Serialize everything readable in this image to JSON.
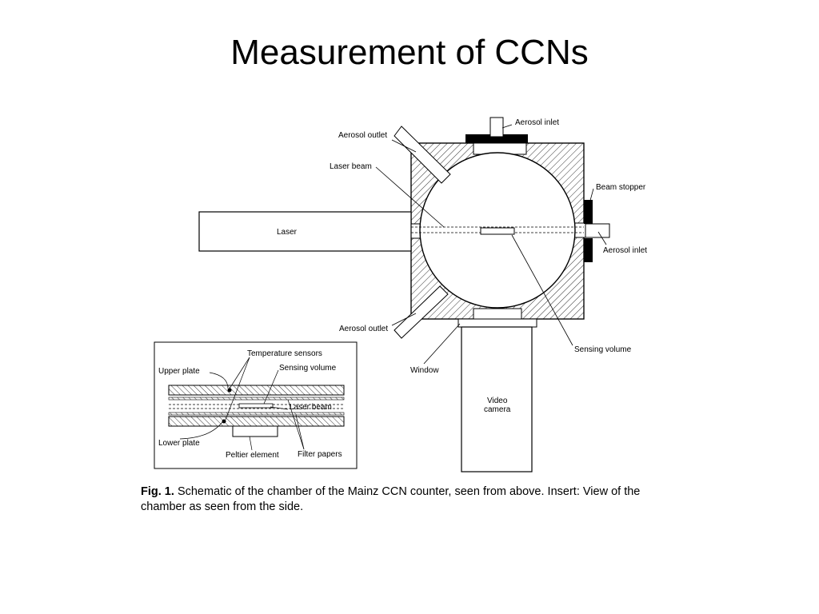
{
  "slide": {
    "title": "Measurement of CCNs"
  },
  "diagram": {
    "labels": {
      "aerosol_outlet_top": "Aerosol outlet",
      "aerosol_inlet_top": "Aerosol inlet",
      "laser_beam": "Laser beam",
      "beam_stopper": "Beam stopper",
      "laser": "Laser",
      "aerosol_inlet_right": "Aerosol inlet",
      "aerosol_outlet_bottom": "Aerosol outlet",
      "sensing_volume": "Sensing volume",
      "window": "Window",
      "video_camera_line1": "Video",
      "video_camera_line2": "camera"
    },
    "insert": {
      "temperature_sensors": "Temperature sensors",
      "upper_plate": "Upper plate",
      "sensing_volume": "Sensing volume",
      "laser_beam": "Laser beam",
      "lower_plate": "Lower plate",
      "peltier_element": "Peltier element",
      "filter_papers": "Filter papers"
    }
  },
  "caption": {
    "fig_label": "Fig. 1.",
    "text": "Schematic of the chamber of the Mainz CCN counter, seen from above. Insert: View of the chamber as seen from the side."
  }
}
